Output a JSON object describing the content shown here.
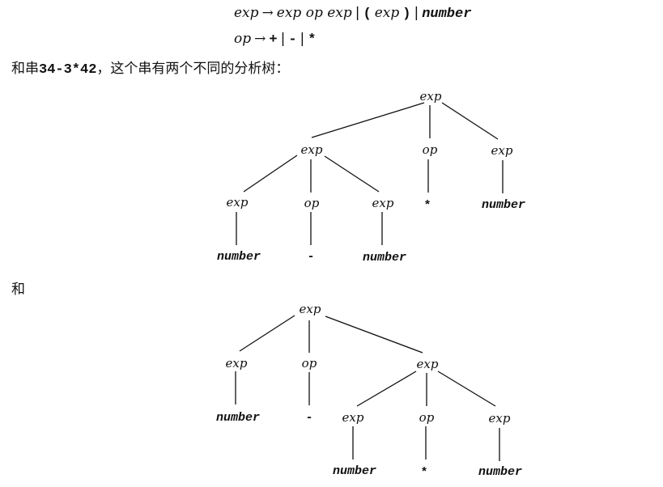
{
  "grammar": {
    "rule1": {
      "lhs": "exp",
      "arrow": "→",
      "rhs_seq": "exp op exp",
      "sep1": "|",
      "lparen": "(",
      "inner": "exp",
      "rparen": ")",
      "sep2": "|",
      "number": "number"
    },
    "rule2": {
      "lhs": "op",
      "arrow": "→",
      "plus": "+",
      "sep1": "|",
      "minus": "-",
      "sep2": "|",
      "star": "*"
    }
  },
  "sentence": {
    "prefix": "和串",
    "string": "34-3*42",
    "suffix": "，这个串有两个不同的分析树："
  },
  "connector": "和",
  "tree1": {
    "root": "exp",
    "left": "exp",
    "mid": "op",
    "right": "exp",
    "ll": "exp",
    "lm": "op",
    "lr": "exp",
    "ll_leaf": "number",
    "lm_leaf": "-",
    "lr_leaf": "number",
    "mid_leaf": "*",
    "right_leaf": "number"
  },
  "tree2": {
    "root": "exp",
    "left": "exp",
    "mid": "op",
    "right": "exp",
    "left_leaf": "number",
    "mid_leaf": "-",
    "rl": "exp",
    "rm": "op",
    "rr": "exp",
    "rl_leaf": "number",
    "rm_leaf": "*",
    "rr_leaf": "number"
  }
}
